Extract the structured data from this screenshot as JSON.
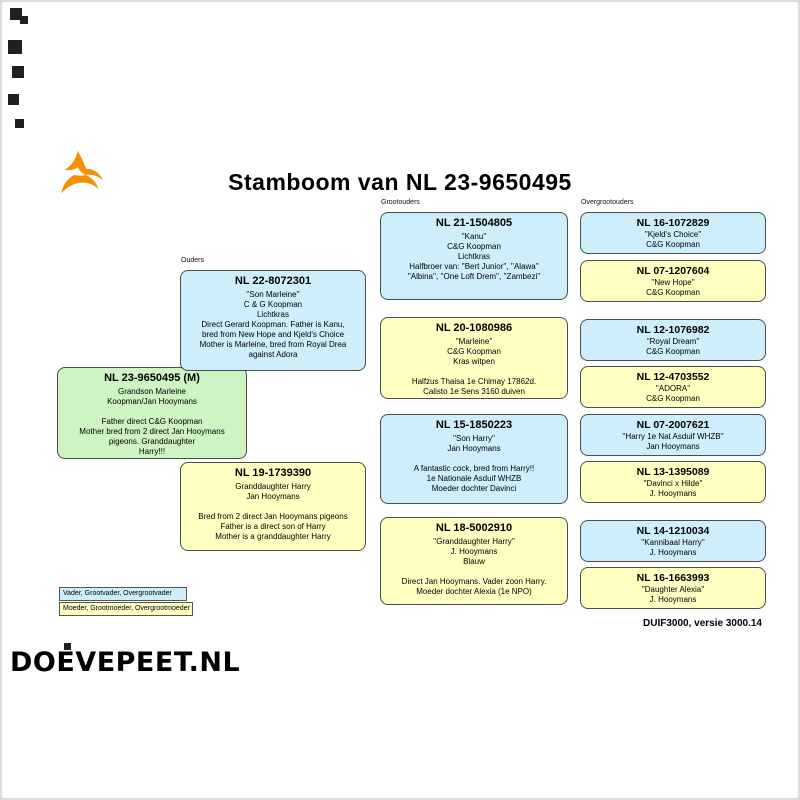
{
  "title": "Stamboom van NL 23-9650495",
  "column_labels": {
    "parents": "Ouders",
    "grandparents": "Grootouders",
    "great_grandparents": "Overgrootouders"
  },
  "colors": {
    "male_box": "#cdeefa",
    "female_box": "#ffffc2",
    "subject_box": "#cdf4c2",
    "bird_orange": "#f29203",
    "box_border": "#4d4d4d"
  },
  "subject": {
    "ring": "NL 23-9650495 (M)",
    "lines": [
      "Grandson Marleine",
      "Koopman/Jan Hooymans",
      "",
      "Father direct C&G Koopman",
      "Mother bred from 2 direct Jan Hooymans",
      "pigeons. Granddaughter",
      "Harry!!!"
    ]
  },
  "parents": [
    {
      "ring": "NL 22-8072301",
      "lines": [
        "''Son Marleine''",
        "C & G Koopman",
        "Lichtkras",
        "Direct Gerard Koopman. Father is Kanu,",
        "bred from New Hope and Kjeld's Choice",
        "Mother is Marleine, bred from Royal Drea",
        "against Adora"
      ]
    },
    {
      "ring": "NL 19-1739390",
      "lines": [
        "Granddaughter Harry",
        "Jan Hooymans",
        "",
        "Bred from 2 direct Jan Hooymans pigeons",
        "Father is a direct son of Harry",
        "Mother is a granddaughter Harry"
      ]
    }
  ],
  "grandparents": [
    {
      "ring": "NL 21-1504805",
      "lines": [
        "''Kanu''",
        "C&G Koopman",
        "Lichtkras",
        "Halfbroer van: ''Bert Junior'', ''Alawa''",
        "''Albina'', ''One Loft Drem'', ''Zambezi''"
      ]
    },
    {
      "ring": "NL 20-1080986",
      "lines": [
        "''Marleine''",
        "C&G Koopman",
        "Kras witpen",
        "",
        "Halfzus Thaisa 1e Chimay 17862d.",
        "Calisto 1e Sens 3160 duiven"
      ]
    },
    {
      "ring": "NL 15-1850223",
      "lines": [
        "''Son Harry''",
        "Jan Hooymans",
        "",
        "A fantastic cock, bred from Harry!!",
        "1e Nationale Asduif WHZB",
        "Moeder dochter Davinci"
      ]
    },
    {
      "ring": "NL 18-5002910",
      "lines": [
        "''Granddaughter Harry''",
        "J. Hooymans",
        "Blauw",
        "",
        "Direct Jan Hooymans. Vader zoon Harry.",
        "Moeder dochter Alexia (1e NPO)"
      ]
    }
  ],
  "great_grandparents": [
    {
      "ring": "NL 16-1072829",
      "name": "''Kjeld's Choice''",
      "owner": "C&G Koopman"
    },
    {
      "ring": "NL 07-1207604",
      "name": "''New Hope''",
      "owner": "C&G Koopman"
    },
    {
      "ring": "NL 12-1076982",
      "name": "''Royal Dream''",
      "owner": "C&G Koopman"
    },
    {
      "ring": "NL 12-4703552",
      "name": "''ADORA''",
      "owner": "C&G Koopman"
    },
    {
      "ring": "NL 07-2007621",
      "name": "''Harry 1e Nat Asduif WHZB''",
      "owner": "Jan Hooymans"
    },
    {
      "ring": "NL 13-1395089",
      "name": "''Davinci x Hilde''",
      "owner": "J. Hooymans"
    },
    {
      "ring": "NL 14-1210034",
      "name": "''Kannibaal Harry''",
      "owner": "J. Hooymans"
    },
    {
      "ring": "NL 16-1663993",
      "name": "''Daughter Alexia''",
      "owner": "J. Hooymans"
    }
  ],
  "legend": {
    "male": "Vader, Grootvader, Overgrootvader",
    "female": "Moeder, Grootmoeder, Overgrootmoeder"
  },
  "footer": "DUIF3000, versie 3000.14",
  "watermark": "DOEVEPEET.NL"
}
